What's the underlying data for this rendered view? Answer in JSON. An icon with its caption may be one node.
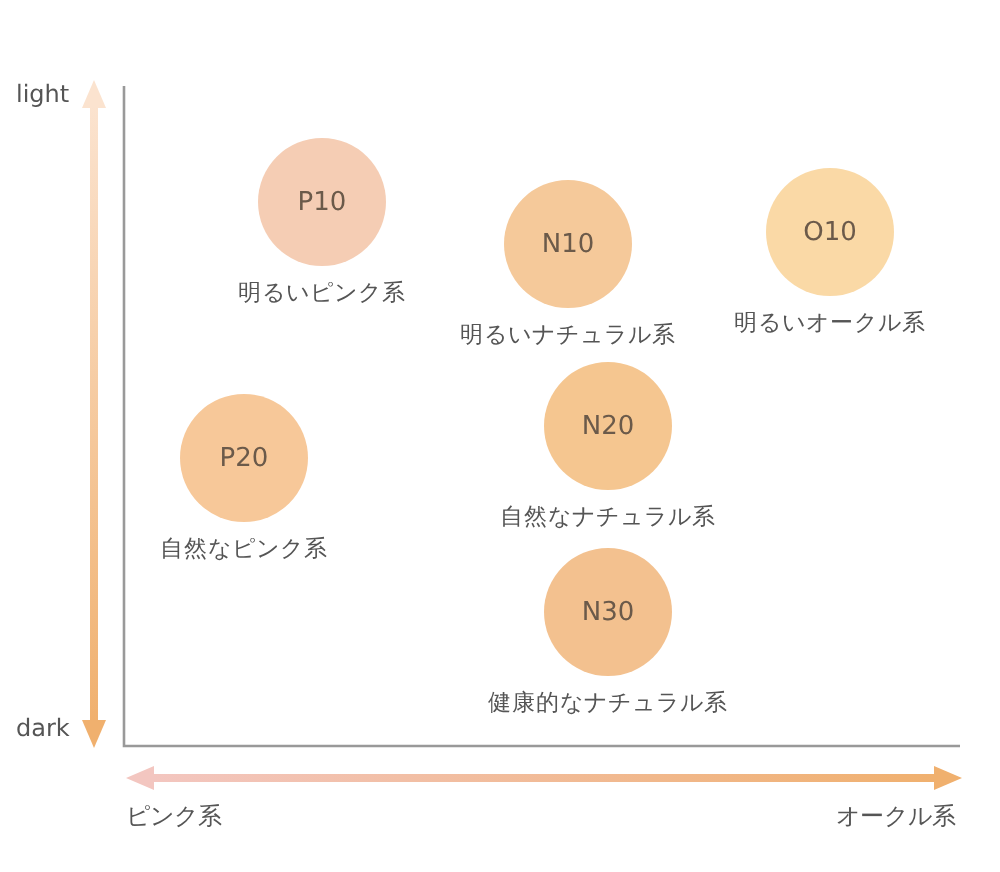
{
  "diagram": {
    "nodes": [
      {
        "text": [
          "P10"
        ],
        "beside": [
          "明るいピンク系"
        ]
      },
      {
        "text": [
          "N10"
        ],
        "beside": [
          "明るいナチュラル系"
        ]
      },
      {
        "text": [
          "O10"
        ],
        "beside": [
          "明るいオークル系"
        ]
      },
      {
        "text": [
          "P20"
        ],
        "beside": [
          "自然なピンク系"
        ]
      },
      {
        "text": [
          "N20"
        ],
        "beside": [
          "自然なナチュラル系"
        ]
      },
      {
        "text": [
          "N30"
        ],
        "beside": [
          "健康的なナチュラル系"
        ]
      }
    ],
    "edges": [],
    "labels": [
      "light",
      "dark",
      "ピンク系",
      "オークル系"
    ]
  }
}
